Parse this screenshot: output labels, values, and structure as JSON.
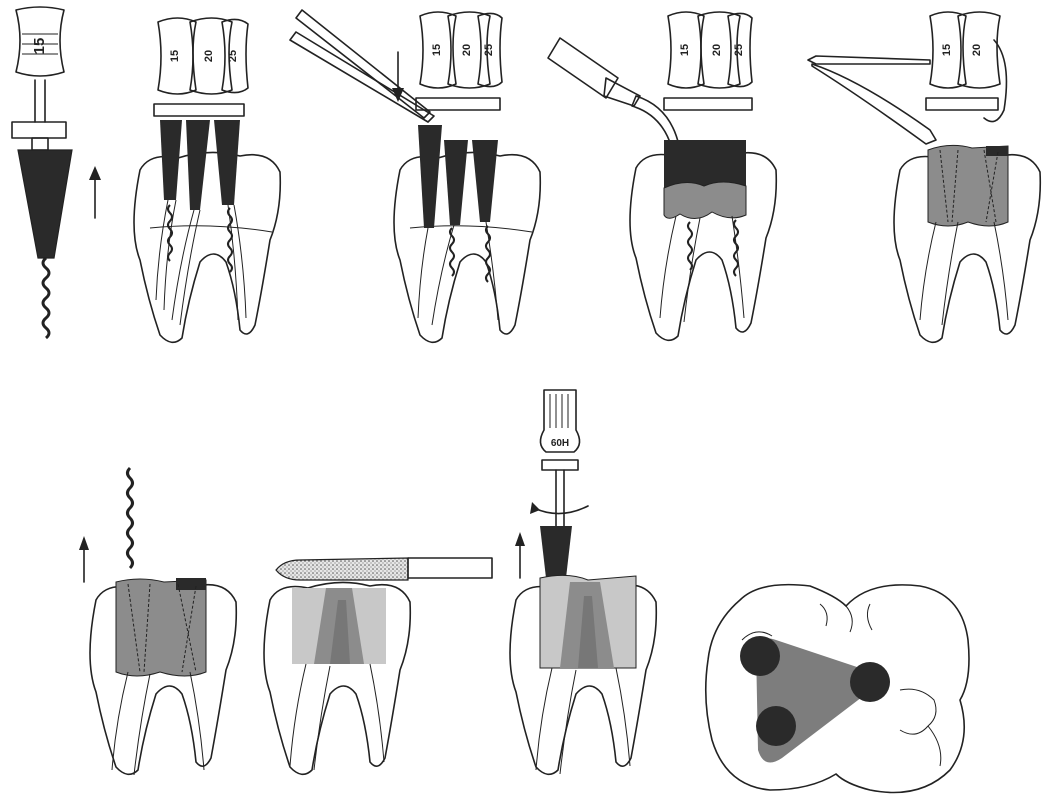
{
  "figure": {
    "background": "#ffffff",
    "colors": {
      "outline": "#222222",
      "dark_fill": "#2a2a2a",
      "gray_fill": "#8c8c8c",
      "light_fill": "#c8c8c8",
      "occlusal_triangle": "#7d7d7d",
      "orifice_dot": "#2a2a2a"
    },
    "top_row": {
      "panel1": {
        "file_handle_label": "15",
        "arrow": "up-arrow-icon"
      },
      "panel2": {
        "handle_labels": [
          "15",
          "20",
          "25"
        ]
      },
      "panel3": {
        "handle_labels": [
          "15",
          "20",
          "25"
        ],
        "arrow": "down-arrow-icon"
      },
      "panel4": {
        "handle_labels": [
          "15",
          "20",
          "25"
        ]
      },
      "panel5": {
        "handle_labels": [
          "15",
          "20"
        ]
      }
    },
    "bottom_row": {
      "panel6": {
        "arrow": "up-arrow-icon"
      },
      "panel7": {},
      "panel8": {
        "handle_label": "60H",
        "arrow": "up-arrow-icon",
        "rotation": "rotate-arrow-icon"
      },
      "panel9": {}
    }
  }
}
